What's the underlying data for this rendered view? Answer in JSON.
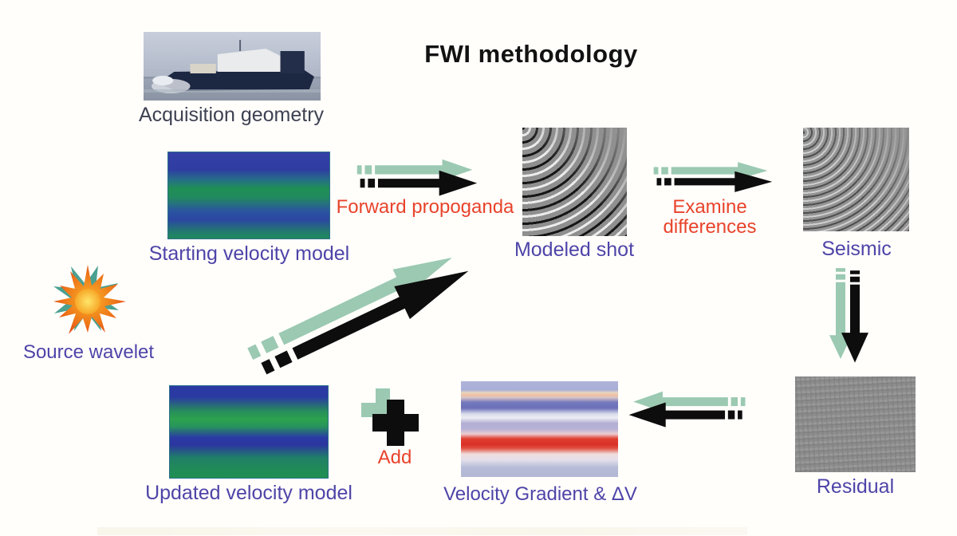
{
  "title": "FWI methodology",
  "nodes": {
    "acquisition": {
      "label": "Acquisition geometry"
    },
    "starting_model": {
      "label": "Starting velocity model"
    },
    "modeled_shot": {
      "label": "Modeled shot"
    },
    "seismic": {
      "label": "Seismic"
    },
    "residual": {
      "label": "Residual"
    },
    "velocity_gradient": {
      "label": "Velocity Gradient & ΔV"
    },
    "updated_model": {
      "label": "Updated velocity model"
    },
    "source_wavelet": {
      "label": "Source wavelet"
    }
  },
  "arrows": {
    "forward_propagation": {
      "label": "Forward propoganda"
    },
    "examine_differences": {
      "label_line1": "Examine",
      "label_line2": "differences"
    },
    "add": {
      "label": "Add"
    }
  },
  "colors": {
    "node_label": "#4e44a8",
    "process_label": "#e8432b",
    "caption_dark": "#3d4152",
    "arrow_green": "#9bc9b1",
    "arrow_black": "#0d0d0d",
    "seismic_gray": "#8f8f8f"
  }
}
